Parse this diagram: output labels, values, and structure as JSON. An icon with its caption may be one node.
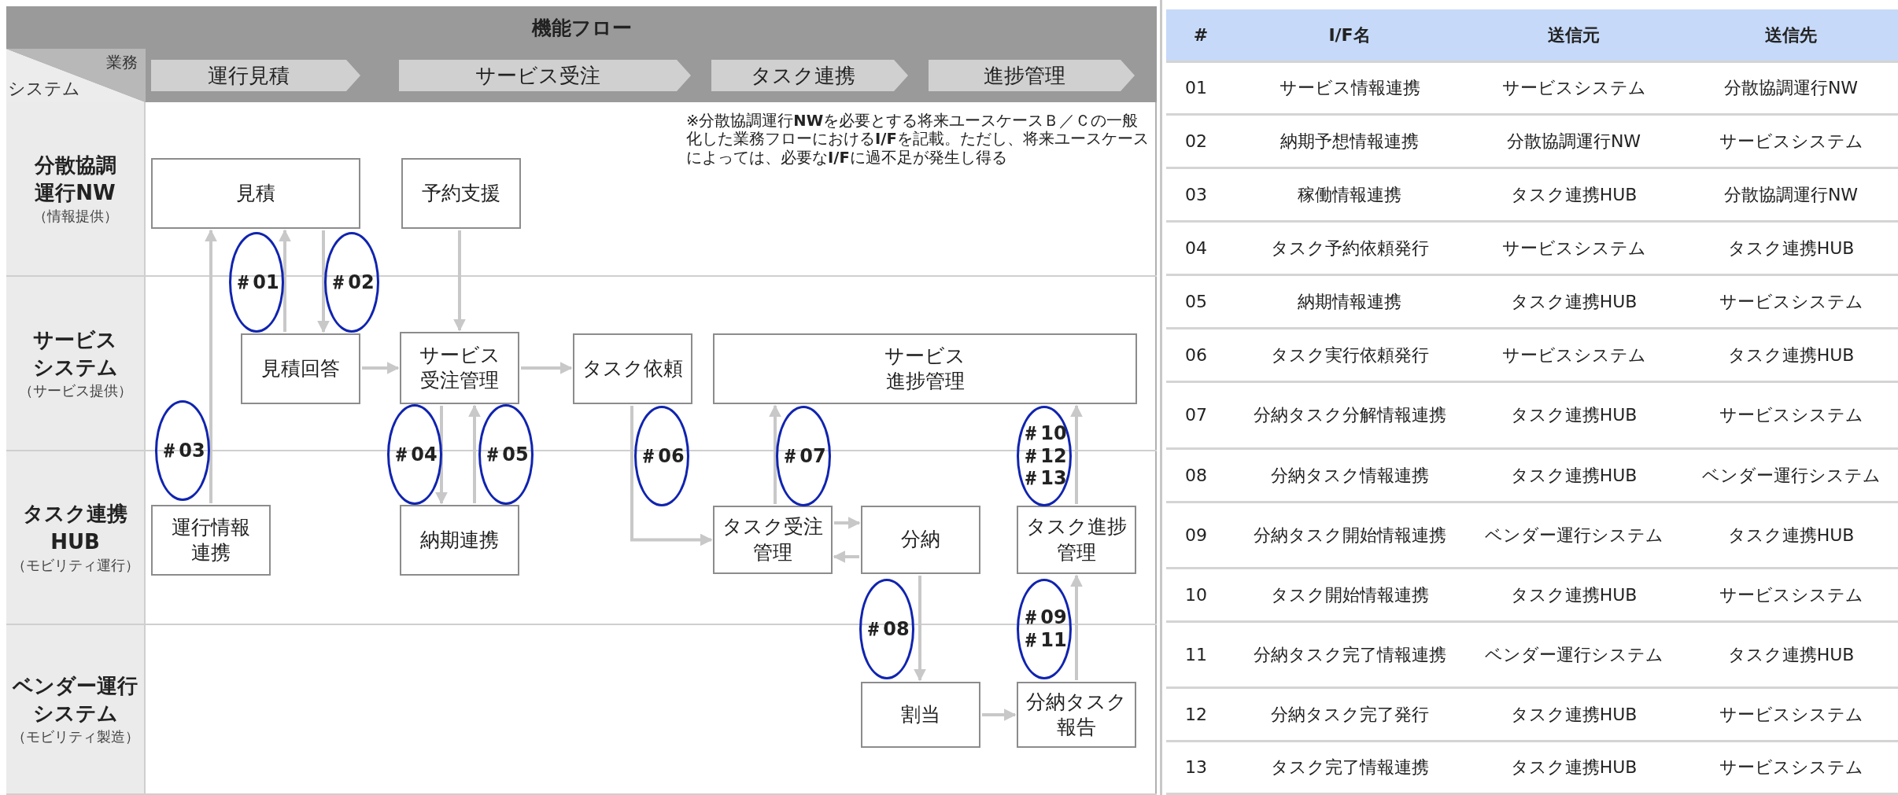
{
  "diagram": {
    "title": "機能フロー",
    "nodes": [
      {
        "text": [
          "運行見積"
        ]
      },
      {
        "text": [
          "サービス受注"
        ]
      },
      {
        "text": [
          "タスク連携"
        ]
      },
      {
        "text": [
          "進捗管理"
        ]
      },
      {
        "text": [
          "分散協調運行NW",
          "（情報提供）"
        ]
      },
      {
        "text": [
          "見積"
        ],
        "in": 4
      },
      {
        "text": [
          "予約支援"
        ],
        "in": 4
      },
      {
        "text": [
          "サービスシステム",
          "（サービス提供）"
        ]
      },
      {
        "text": [
          "見積回答"
        ],
        "in": 7
      },
      {
        "text": [
          "サービス受注管理"
        ],
        "in": 7
      },
      {
        "text": [
          "タスク依頼"
        ],
        "in": 7
      },
      {
        "text": [
          "サービス進捗管理"
        ],
        "in": 7
      },
      {
        "text": [
          "タスク連携HUB",
          "（モビリティ運行）"
        ]
      },
      {
        "text": [
          "運行情報連携"
        ],
        "in": 12
      },
      {
        "text": [
          "納期連携"
        ],
        "in": 12
      },
      {
        "text": [
          "タスク受注管理"
        ],
        "in": 12
      },
      {
        "text": [
          "分納"
        ],
        "in": 12
      },
      {
        "text": [
          "タスク進捗管理"
        ],
        "in": 12
      },
      {
        "text": [
          "ベンダー運行システム",
          "（モビリティ製造）"
        ]
      },
      {
        "text": [
          "割当"
        ],
        "in": 18
      },
      {
        "text": [
          "分納タスク報告"
        ],
        "in": 18
      }
    ],
    "edges": [
      {
        "from": 13,
        "to": 5,
        "arrow": "to",
        "label": "＃03"
      },
      {
        "from": 8,
        "to": 5,
        "arrow": "to",
        "label": "＃01"
      },
      {
        "from": 5,
        "to": 8,
        "arrow": "to",
        "label": "＃02"
      },
      {
        "from": 6,
        "to": 9,
        "arrow": "to"
      },
      {
        "from": 8,
        "to": 9,
        "arrow": "to"
      },
      {
        "from": 9,
        "to": 10,
        "arrow": "to"
      },
      {
        "from": 9,
        "to": 14,
        "arrow": "to",
        "label": "＃04"
      },
      {
        "from": 14,
        "to": 9,
        "arrow": "to",
        "label": "＃05"
      },
      {
        "from": 10,
        "to": 15,
        "arrow": "to",
        "label": "＃06"
      },
      {
        "from": 15,
        "to": 11,
        "arrow": "to",
        "label": "＃07"
      },
      {
        "from": 15,
        "to": 16,
        "arrow": "to"
      },
      {
        "from": 16,
        "to": 15,
        "arrow": "to"
      },
      {
        "from": 16,
        "to": 19,
        "arrow": "to",
        "label": "＃08"
      },
      {
        "from": 19,
        "to": 20,
        "arrow": "to"
      },
      {
        "from": 20,
        "to": 17,
        "arrow": "to",
        "label": "＃09 ＃11"
      },
      {
        "from": 17,
        "to": 11,
        "arrow": "to",
        "label": "＃10 ＃12 ＃13"
      }
    ],
    "labels": [
      "業務",
      "システム",
      "※分散協調運行**NW**を必要とする将来ユースケースＢ／Ｃの一般化した業務フローにおける**I/F**を記載。ただし、将来ユースケースによっては、必要な**I/F**に過不足が発生し得る",
      "#",
      "I/F名",
      "送信元",
      "送信先",
      "01",
      "サービス情報連携",
      "サービスシステム",
      "分散協調運行NW",
      "02",
      "納期予想情報連携",
      "分散協調運行NW",
      "サービスシステム",
      "03",
      "稼働情報連携",
      "タスク連携HUB",
      "分散協調運行NW",
      "04",
      "タスク予約依頼発行",
      "サービスシステム",
      "タスク連携HUB",
      "05",
      "納期情報連携",
      "タスク連携HUB",
      "サービスシステム",
      "06",
      "タスク実行依頼発行",
      "サービスシステム",
      "タスク連携HUB",
      "07",
      "分納タスク分解情報連携",
      "タスク連携HUB",
      "サービスシステム",
      "08",
      "分納タスク情報連携",
      "タスク連携HUB",
      "ベンダー運行システム",
      "09",
      "分納タスク開始情報連携",
      "ベンダー運行システム",
      "タスク連携HUB",
      "10",
      "タスク開始情報連携",
      "タスク連携HUB",
      "サービスシステム",
      "11",
      "分納タスク完了情報連携",
      "ベンダー運行システム",
      "タスク連携HUB",
      "12",
      "分納タスク完了発行",
      "タスク連携HUB",
      "サービスシステム",
      "13",
      "タスク完了情報連携",
      "タスク連携HUB",
      "サービスシステム"
    ]
  }
}
